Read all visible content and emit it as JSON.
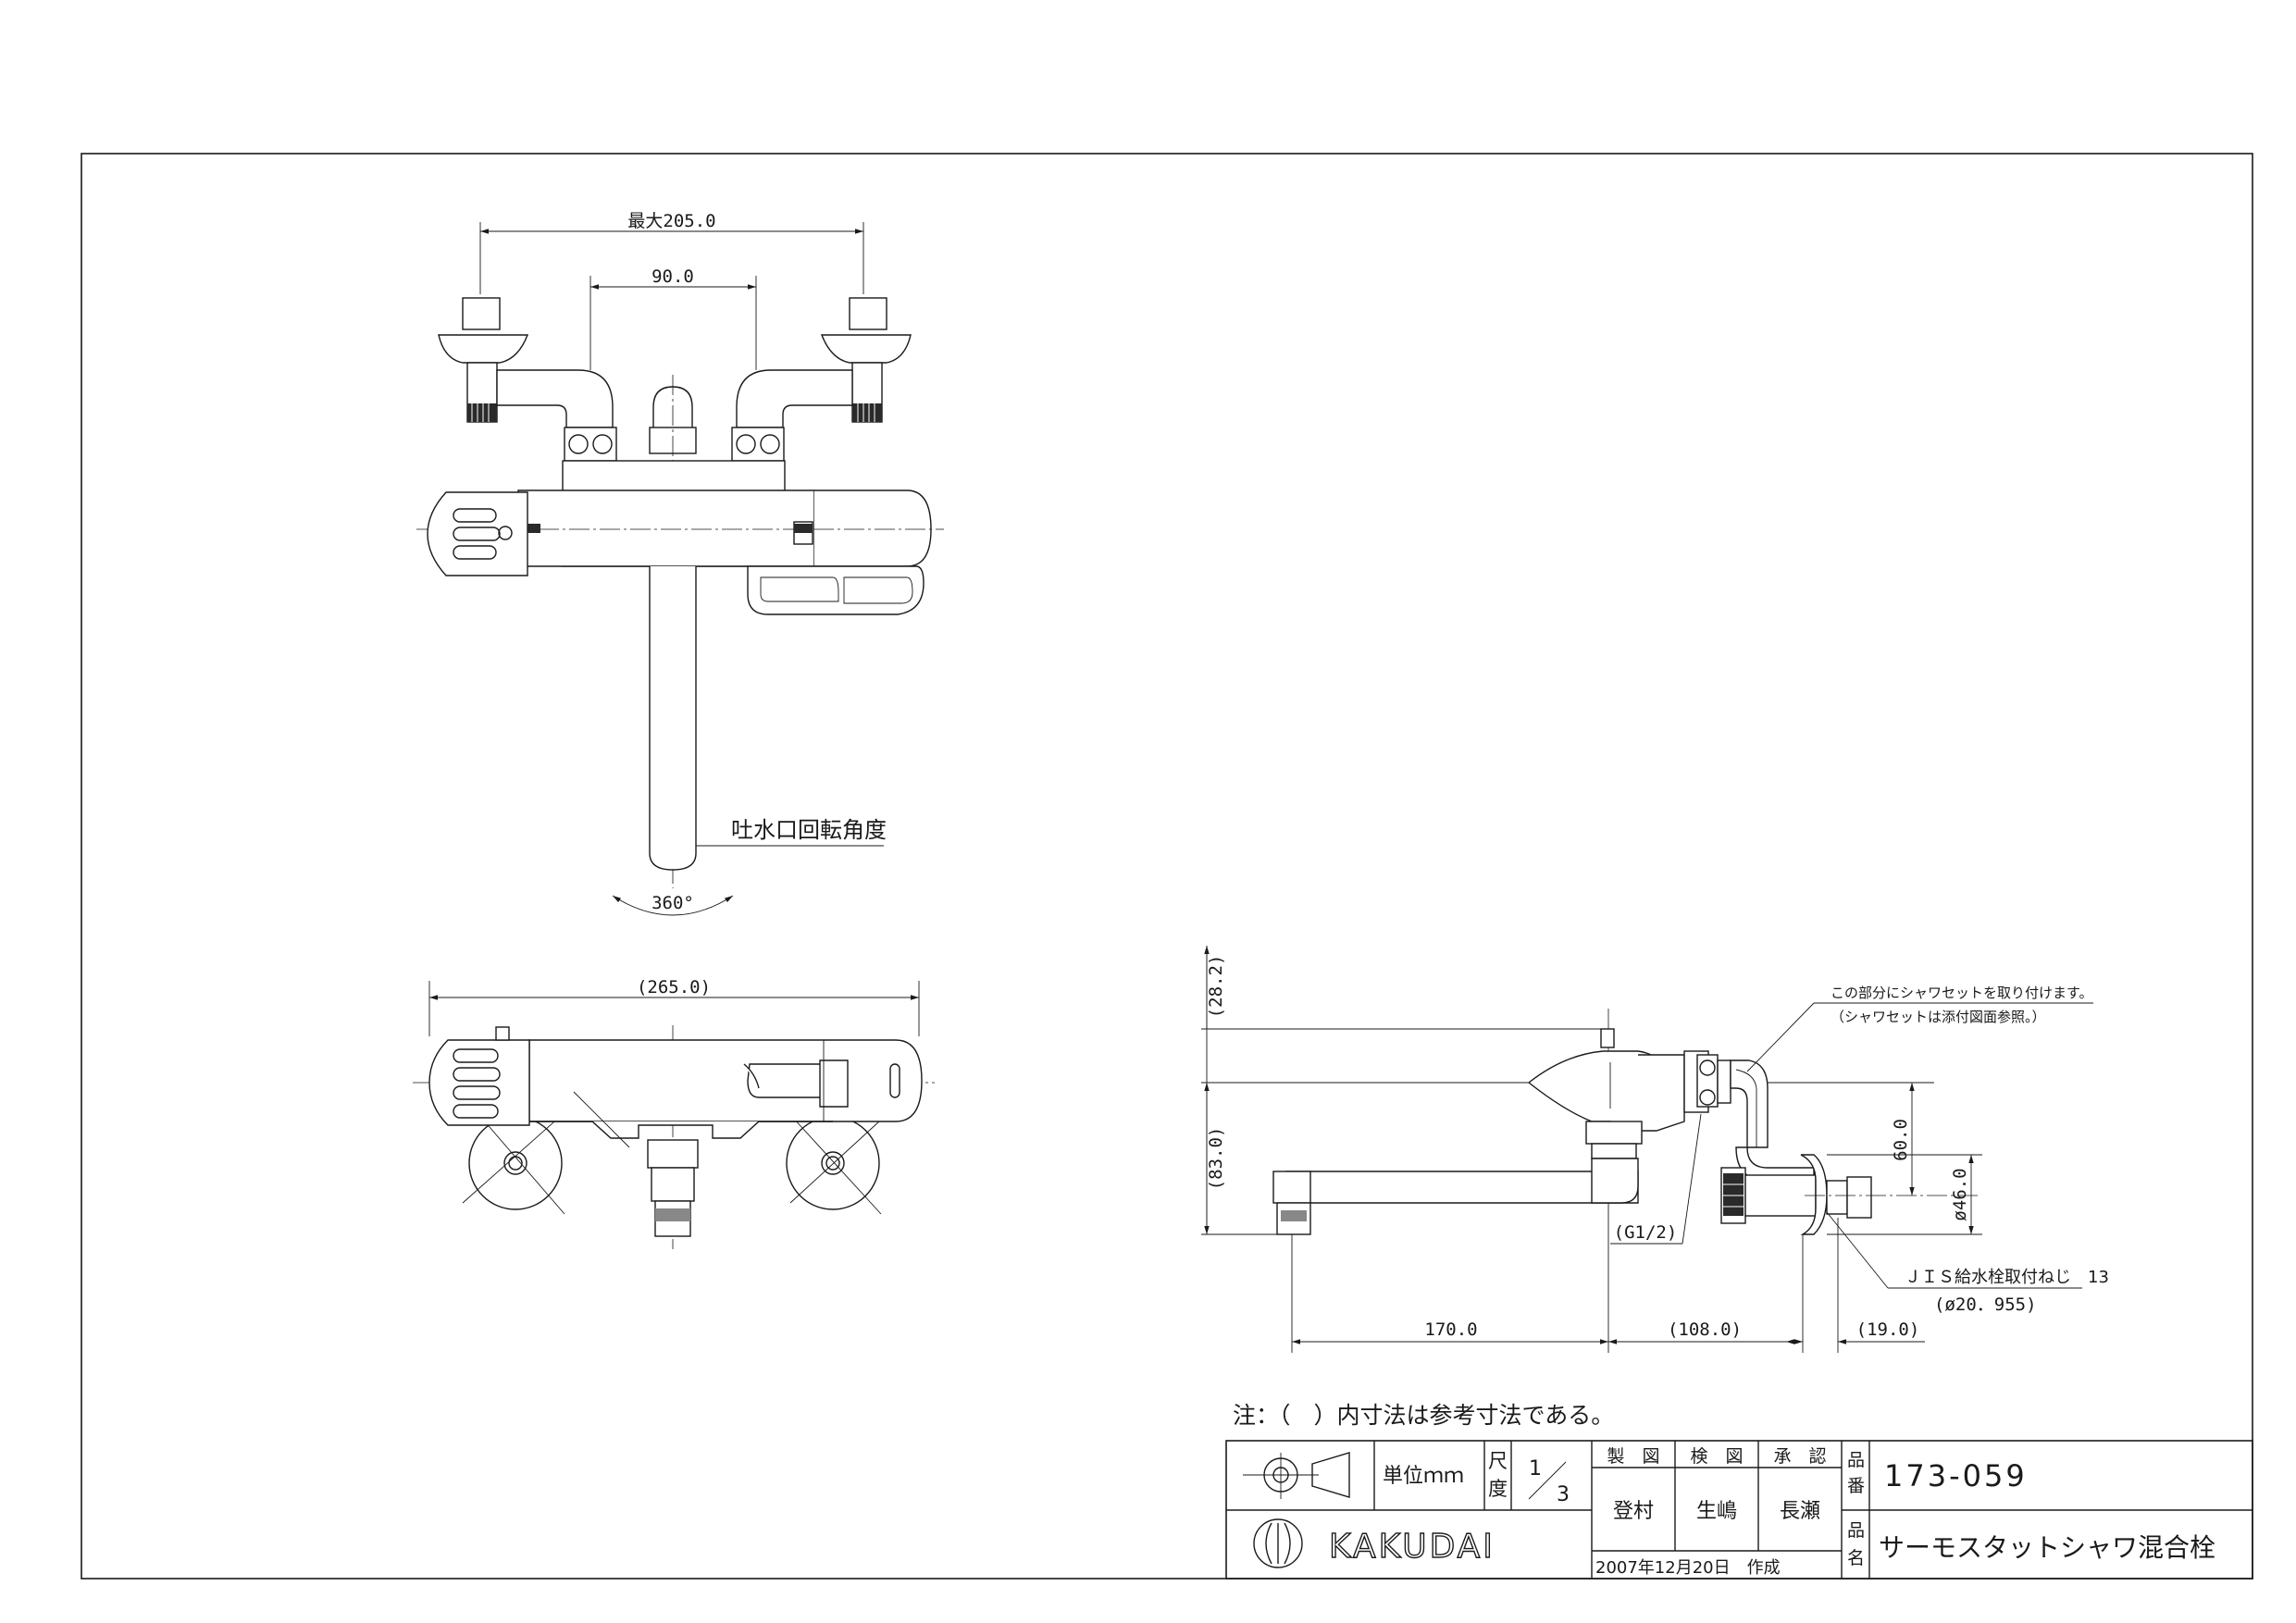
{
  "dimensions": {
    "max_width": "最大205.0",
    "center": "90.0",
    "body_length": "(265.0)",
    "height_top": "(28.2)",
    "height_body": "(83.0)",
    "height_60": "60.0",
    "dia_46": "ø46.0",
    "spout_170": "170.0",
    "dim_108": "(108.0)",
    "dim_19": "(19.0)",
    "thread": "(G1/2)",
    "rotation": "360°"
  },
  "annotations": {
    "spout_rotation": "吐水口回転角度",
    "shower_note_1": "この部分にシャワセットを取り付けます。",
    "shower_note_2": "（シャワセットは添付図面参照。）",
    "jis_note": "ＪＩＳ給水栓取付ねじ　13",
    "jis_sub": "(ø20．955)",
    "ref_note": "注：（　）内寸法は参考寸法である。"
  },
  "title_block": {
    "unit": "単位ｍｍ",
    "scale_label_1": "尺",
    "scale_label_2": "度",
    "scale_num": "1",
    "scale_den": "3",
    "made_label": "製　図",
    "checked_label": "検　図",
    "approved_label": "承　認",
    "made_by": "登村",
    "checked_by": "生嶋",
    "approved_by": "長瀬",
    "number_label_1": "品",
    "number_label_2": "番",
    "name_label_1": "品",
    "name_label_2": "名",
    "part_number": "173-059",
    "product_name": "サーモスタットシャワ混合栓",
    "date": "2007年12月20日　作成",
    "brand": "KAKUDAI"
  }
}
